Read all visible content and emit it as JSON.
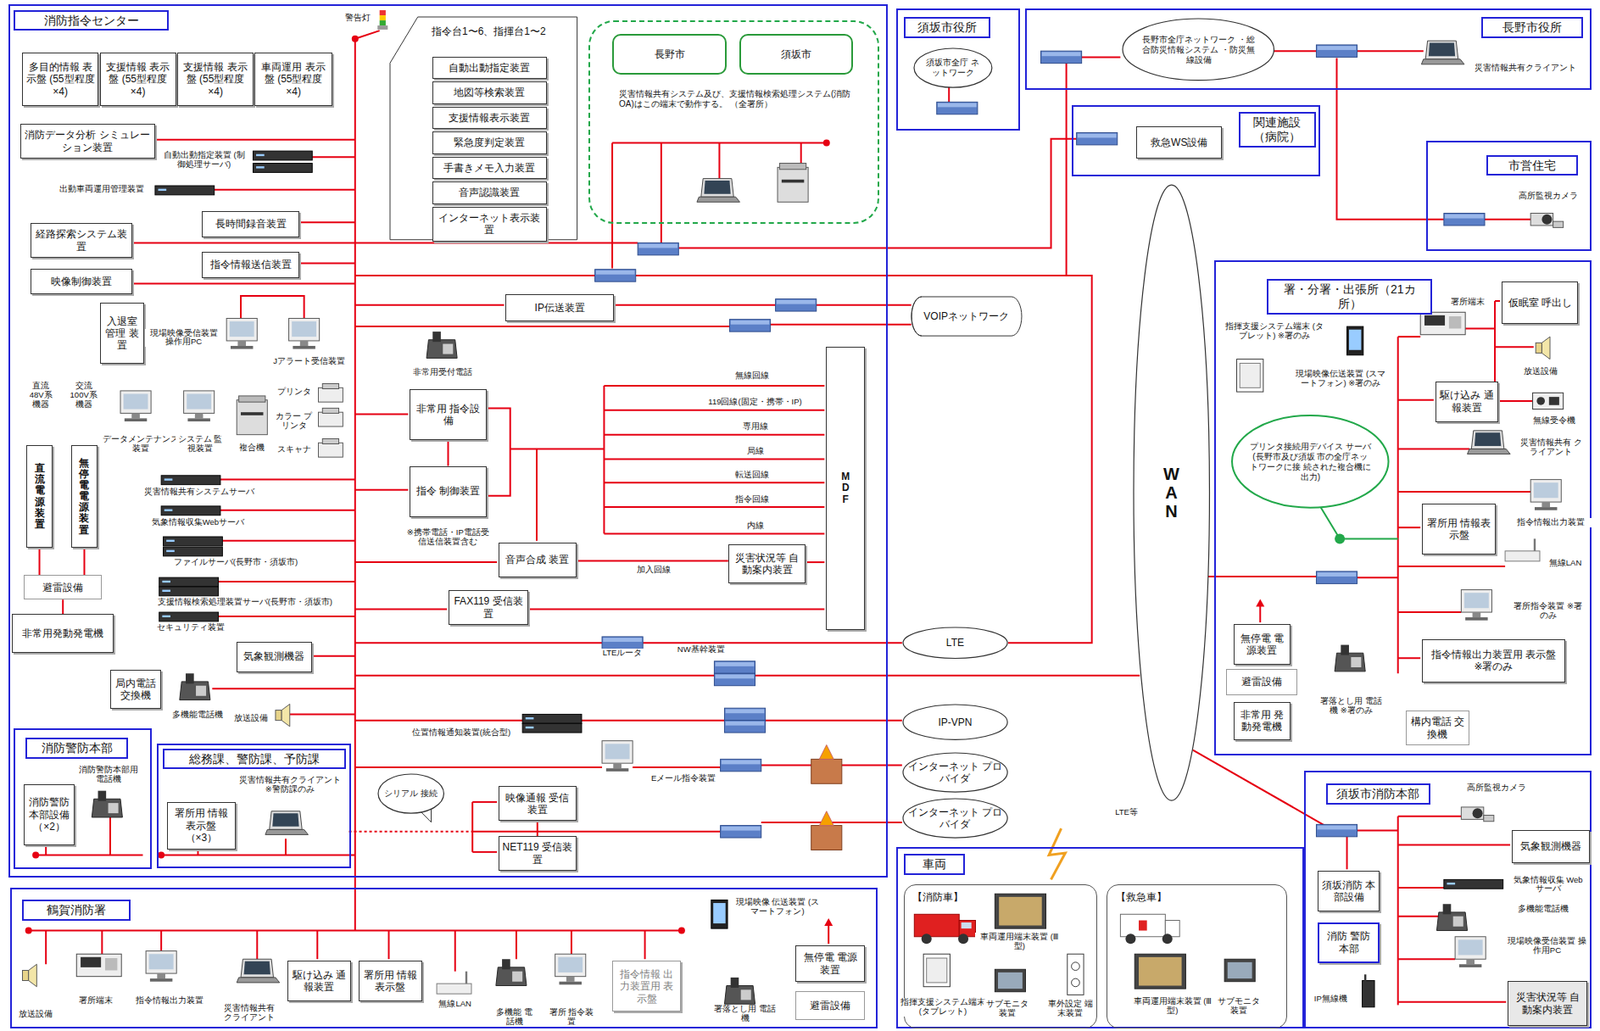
{
  "diagram": {
    "nodes": [
      {
        "text": [
          "消防指令センター"
        ]
      },
      {
        "text": [
          "多目的情報 表示盤 (55型程度×4)"
        ],
        "in": 0
      },
      {
        "text": [
          "支援情報 表示盤 (55型程度×4)"
        ],
        "in": 0
      },
      {
        "text": [
          "支援情報 表示盤 (55型程度×4)"
        ],
        "in": 0
      },
      {
        "text": [
          "車両運用 表示盤 (55型程度×4)"
        ],
        "in": 0
      },
      {
        "text": [
          "消防データ分析 シミュレーション装置"
        ],
        "in": 0
      },
      {
        "text": [
          "経路探索システム装置"
        ],
        "in": 0
      },
      {
        "text": [
          "映像制御装置"
        ],
        "in": 0
      },
      {
        "text": [
          "長時間録音装置"
        ],
        "in": 0
      },
      {
        "text": [
          "指令情報送信装置"
        ],
        "in": 0
      },
      {
        "text": [
          "指令台1〜6、指揮台1〜2"
        ],
        "in": 0
      },
      {
        "text": [
          "自動出動指定装置"
        ],
        "in": 10
      },
      {
        "text": [
          "地図等検索装置"
        ],
        "in": 10
      },
      {
        "text": [
          "支援情報表示装置"
        ],
        "in": 10
      },
      {
        "text": [
          "緊急度判定装置"
        ],
        "in": 10
      },
      {
        "text": [
          "手書きメモ入力装置"
        ],
        "in": 10
      },
      {
        "text": [
          "音声認識装置"
        ],
        "in": 10
      },
      {
        "text": [
          "インターネット表示装置"
        ],
        "in": 10
      },
      {
        "text": [
          "災害情報共有システム及び、支援情報検索処理システム(消防OA)はこの端末で動作する。 （全署所）"
        ],
        "in": 0
      },
      {
        "text": [
          "長野市"
        ],
        "in": 18
      },
      {
        "text": [
          "須坂市"
        ],
        "in": 18
      },
      {
        "text": [
          "入退室 管理 装置"
        ],
        "in": 0
      },
      {
        "text": [
          "IP伝送装置"
        ],
        "in": 0
      },
      {
        "text": [
          "非常用 指令設備"
        ],
        "in": 0
      },
      {
        "text": [
          "指令 制御装置"
        ],
        "in": 0
      },
      {
        "text": [
          "音声合成 装置"
        ],
        "in": 0
      },
      {
        "text": [
          "FAX119 受信装置"
        ],
        "in": 0
      },
      {
        "text": [
          "MDF"
        ],
        "in": 0
      },
      {
        "text": [
          "災害状況等 自動案内装置"
        ],
        "in": 0
      },
      {
        "text": [
          "直流電源装置"
        ],
        "in": 0
      },
      {
        "text": [
          "無停電電源装置"
        ],
        "in": 0
      },
      {
        "text": [
          "避雷設備"
        ],
        "in": 0
      },
      {
        "text": [
          "非常用発動発電機"
        ],
        "in": 0
      },
      {
        "text": [
          "気象観測機器"
        ],
        "in": 0
      },
      {
        "text": [
          "局内電話 交換機"
        ],
        "in": 0
      },
      {
        "text": [
          "消防警防本部"
        ],
        "in": 0
      },
      {
        "text": [
          "消防警防 本部設備 （×2）"
        ],
        "in": 35
      },
      {
        "text": [
          "総務課、警防課、予防課"
        ],
        "in": 0
      },
      {
        "text": [
          "署所用 情報表示盤 （×3）"
        ],
        "in": 37
      },
      {
        "text": [
          "映像通報 受信装置"
        ],
        "in": 0
      },
      {
        "text": [
          "NET119 受信装置"
        ],
        "in": 0
      },
      {
        "text": [
          "鶴賀消防署"
        ]
      },
      {
        "text": [
          "駆け込み 通報装置"
        ],
        "in": 41
      },
      {
        "text": [
          "署所用 情報表示盤"
        ],
        "in": 41
      },
      {
        "text": [
          "指令情報 出力装置用 表示盤"
        ],
        "in": 41
      },
      {
        "text": [
          "無停電 電源装置"
        ],
        "in": 41
      },
      {
        "text": [
          "避雷設備"
        ],
        "in": 41
      },
      {
        "text": [
          "須坂市役所"
        ]
      },
      {
        "text": [
          "須坂市全庁 ネットワーク"
        ],
        "in": 47
      },
      {
        "text": [
          "長野市役所"
        ]
      },
      {
        "text": [
          "長野市全庁ネットワーク ・総合防災情報システム ・防災無線設備"
        ],
        "in": 49
      },
      {
        "text": [
          "関連施設 （病院）"
        ]
      },
      {
        "text": [
          "救急WS設備"
        ],
        "in": 51
      },
      {
        "text": [
          "市営住宅"
        ]
      },
      {
        "text": [
          "WAN"
        ]
      },
      {
        "text": [
          "VOIPネットワーク"
        ]
      },
      {
        "text": [
          "LTE"
        ]
      },
      {
        "text": [
          "IP-VPN"
        ]
      },
      {
        "text": [
          "インターネット プロバイダ"
        ]
      },
      {
        "text": [
          "インターネット プロバイダ"
        ]
      },
      {
        "text": [
          "署・分署・出張所（21カ所）"
        ]
      },
      {
        "text": [
          "仮眠室 呼出し"
        ],
        "in": 60
      },
      {
        "text": [
          "駆け込み 通報装置"
        ],
        "in": 60
      },
      {
        "text": [
          "プリンタ接続用デバイス サーバ(長野市及び須坂 市の全庁ネットワークに接 続された複合機に出力)"
        ],
        "in": 60
      },
      {
        "text": [
          "署所用 情報表示盤"
        ],
        "in": 60
      },
      {
        "text": [
          "指令情報出力装置用 表示盤 ※署のみ"
        ],
        "in": 60
      },
      {
        "text": [
          "無停電 電源装置"
        ],
        "in": 60
      },
      {
        "text": [
          "避雷設備"
        ],
        "in": 60
      },
      {
        "text": [
          "非常用 発動発電機"
        ],
        "in": 60
      },
      {
        "text": [
          "構内電話 交換機"
        ],
        "in": 60
      },
      {
        "text": [
          "須坂市消防本部"
        ]
      },
      {
        "text": [
          "須坂消防 本部設備"
        ],
        "in": 70
      },
      {
        "text": [
          "消防 警防本部"
        ],
        "in": 70
      },
      {
        "text": [
          "気象観測機器"
        ],
        "in": 70
      },
      {
        "text": [
          "災害状況等 自動案内装置"
        ],
        "in": 70
      },
      {
        "text": [
          "車両"
        ]
      },
      {
        "text": [
          "【消防車】"
        ],
        "in": 75
      },
      {
        "text": [
          "【救急車】"
        ],
        "in": 75
      },
      {
        "text": [
          "シリアル 接続"
        ],
        "in": 0
      }
    ],
    "edges": [
      {
        "from": 23,
        "to": 24,
        "arrow": "none"
      },
      {
        "from": 25,
        "to": 28,
        "label": "加入回線",
        "arrow": "none"
      },
      {
        "from": 29,
        "to": 31,
        "arrow": "none"
      },
      {
        "from": 30,
        "to": 31,
        "arrow": "none"
      },
      {
        "from": 31,
        "to": 32,
        "arrow": "none"
      },
      {
        "from": 39,
        "to": 40,
        "arrow": "none"
      }
    ],
    "labels": [
      "警告灯",
      "自動出動指定装置 (制御処理サーバ)",
      "出動車両運用管理装置",
      "現場映像受信装置 操作用PC",
      "Jアラート受信装置",
      "非常用受付電話",
      "直流 48V系 機器",
      "交流 100V系 機器",
      "データメンテナンス 装置",
      "システム 監視装置",
      "複合機",
      "プリンタ",
      "カラー プリンタ",
      "スキャナ",
      "災害情報共有システムサーバ",
      "気象情報収集Webサーバ",
      "ファイルサーバ(長野市・須坂市)",
      "支援情報検索処理装置サーバ(長野市・須坂市)",
      "セキュリティ装置",
      "無線回線",
      "119回線(固定・携帯・IP)",
      "専用線",
      "局線",
      "転送回線",
      "指令回線",
      "内線",
      "※携帯電話・IP電話受信送信装置含む",
      "LTEルータ",
      "NW基幹装置",
      "多機能電話機",
      "放送設備",
      "位置情報通知装置(統合型)",
      "Eメール指令装置",
      "消防警防本部用電話機",
      "災害情報共有クライアント ※警防課のみ",
      "災害情報共有クライアント",
      "高所監視カメラ",
      "署所端末",
      "指揮支援システム端末 (タブレット) ※署のみ",
      "現場映像伝送装置 (スマートフォン) ※署のみ",
      "放送設備",
      "無線受令機",
      "災害情報共有 クライアント",
      "指令情報出力装置",
      "無線LAN",
      "署所指令装置 ※署のみ",
      "署落とし用 電話機 ※署のみ",
      "高所監視カメラ",
      "気象情報収集 Webサーバ",
      "多機能電話機",
      "現場映像受信装置 操作用PC",
      "IP無線機",
      "LTE等",
      "車両運用端末装置 (Ⅲ型)",
      "指揮支援システム端末 (タブレット)",
      "サブモニタ 装置",
      "車外設定 端末装置",
      "車両運用端末装置 (Ⅲ型)",
      "サブモニタ 装置",
      "放送設備",
      "署所端末",
      "指令情報出力装置",
      "災害情報共有 クライアント",
      "無線LAN",
      "多機能 電話機",
      "署所 指令装置",
      "現場映像 伝送装置 (スマートフォン)",
      "署落とし用 電話機"
    ]
  }
}
